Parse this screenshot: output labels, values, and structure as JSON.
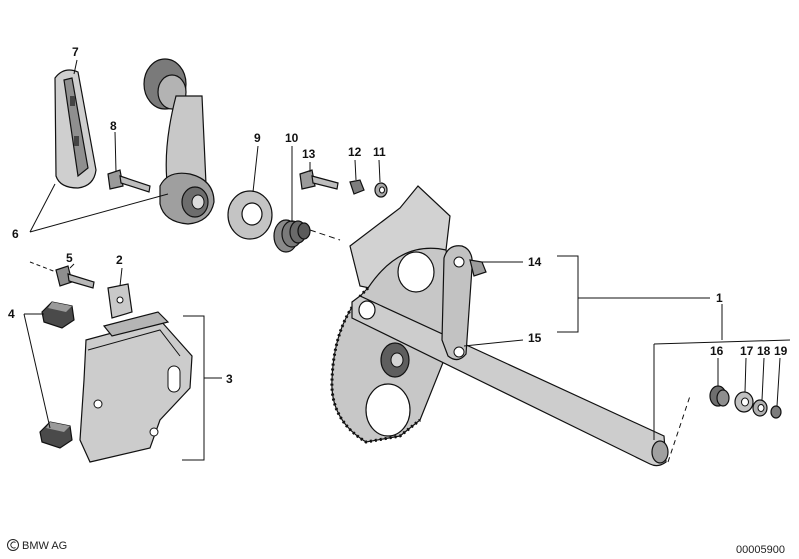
{
  "diagram": {
    "callouts": [
      "1",
      "2",
      "3",
      "4",
      "5",
      "6",
      "7",
      "8",
      "9",
      "10",
      "11",
      "12",
      "13",
      "14",
      "15",
      "16",
      "17",
      "18",
      "19"
    ],
    "copyright": "BMW AG",
    "catalog_number": "00005900"
  },
  "icons": {
    "copyright": "copyright-icon"
  },
  "colors": {
    "line": "#111111",
    "part_fill": "#b9b9b9",
    "background": "#ffffff"
  }
}
